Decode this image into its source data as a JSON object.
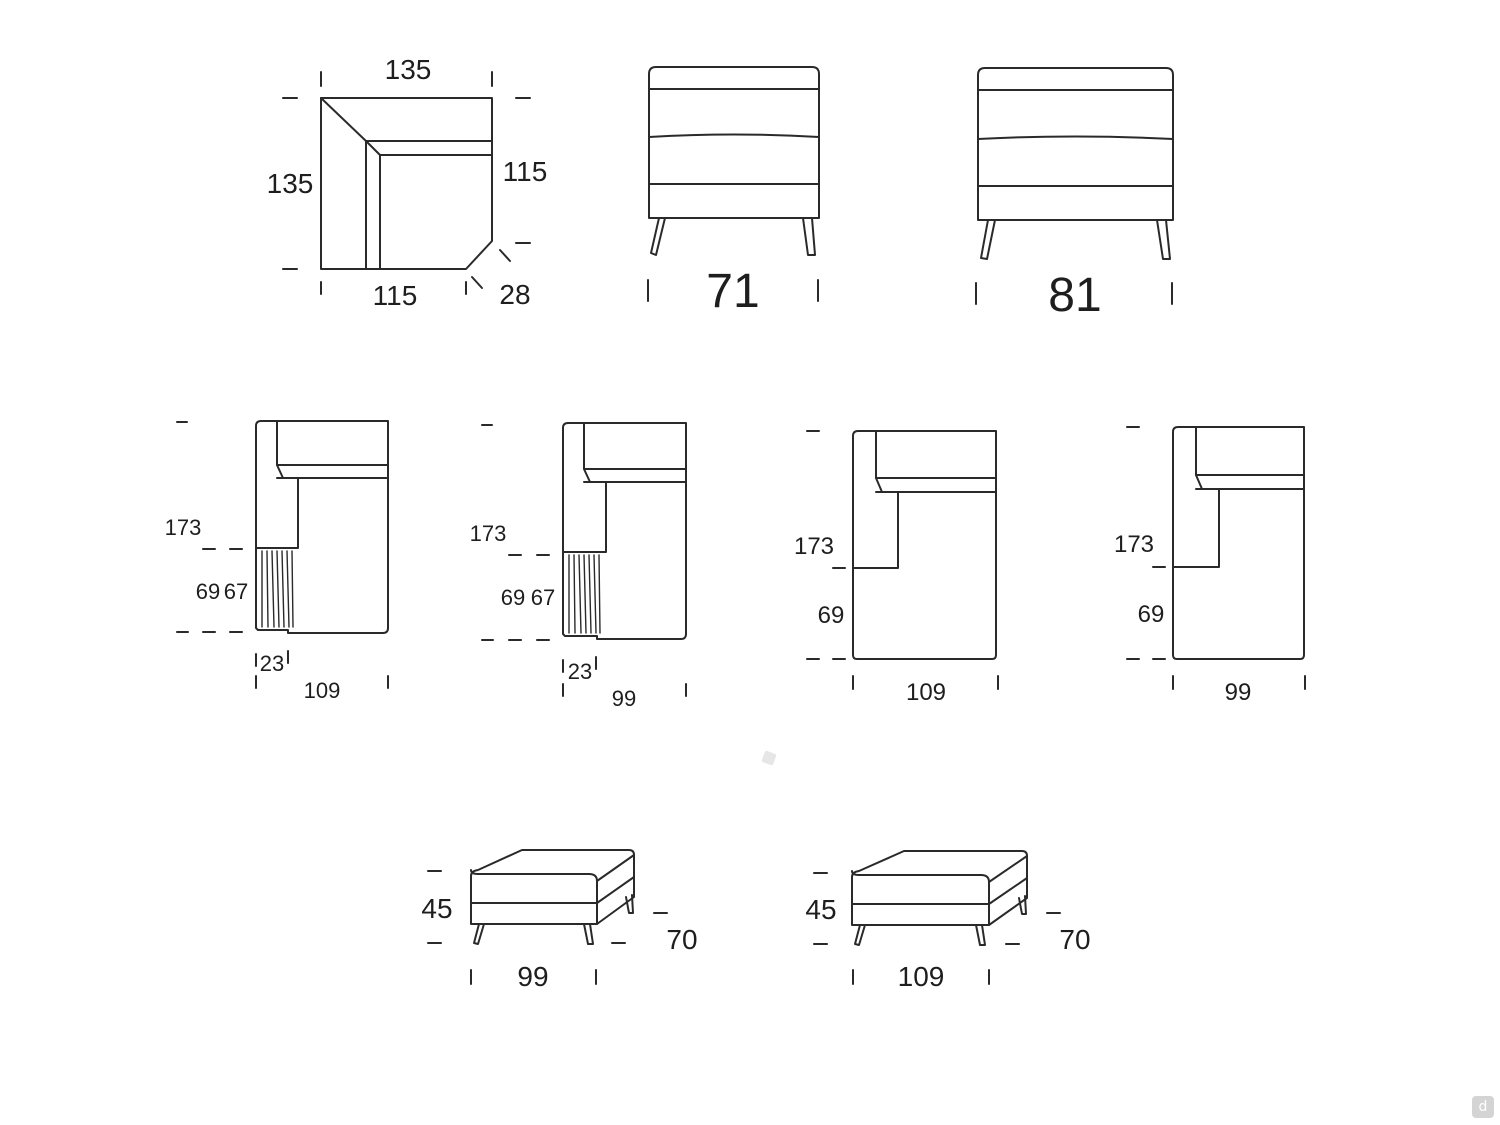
{
  "corner_module": {
    "width_top": "135",
    "depth_left": "135",
    "inner_right": "115",
    "inner_bottom": "115",
    "corner_cut": "28"
  },
  "armrest_71": {
    "width": "71"
  },
  "armrest_81": {
    "width": "81"
  },
  "chaise_storage_109": {
    "length": "173",
    "seat_height": "69",
    "seat_height_inner": "67",
    "arm_width": "23",
    "width": "109"
  },
  "chaise_storage_99": {
    "length": "173",
    "seat_height": "69",
    "seat_height_inner": "67",
    "arm_width": "23",
    "width": "99"
  },
  "chaise_109": {
    "length": "173",
    "seat_height": "69",
    "width": "109"
  },
  "chaise_99": {
    "length": "173",
    "seat_height": "69",
    "width": "99"
  },
  "ottoman_99": {
    "height": "45",
    "depth": "70",
    "width": "99"
  },
  "ottoman_109": {
    "height": "45",
    "depth": "70",
    "width": "109"
  },
  "colors": {
    "line": "#2a2a2a",
    "text": "#1e1e1e",
    "background": "#ffffff"
  }
}
